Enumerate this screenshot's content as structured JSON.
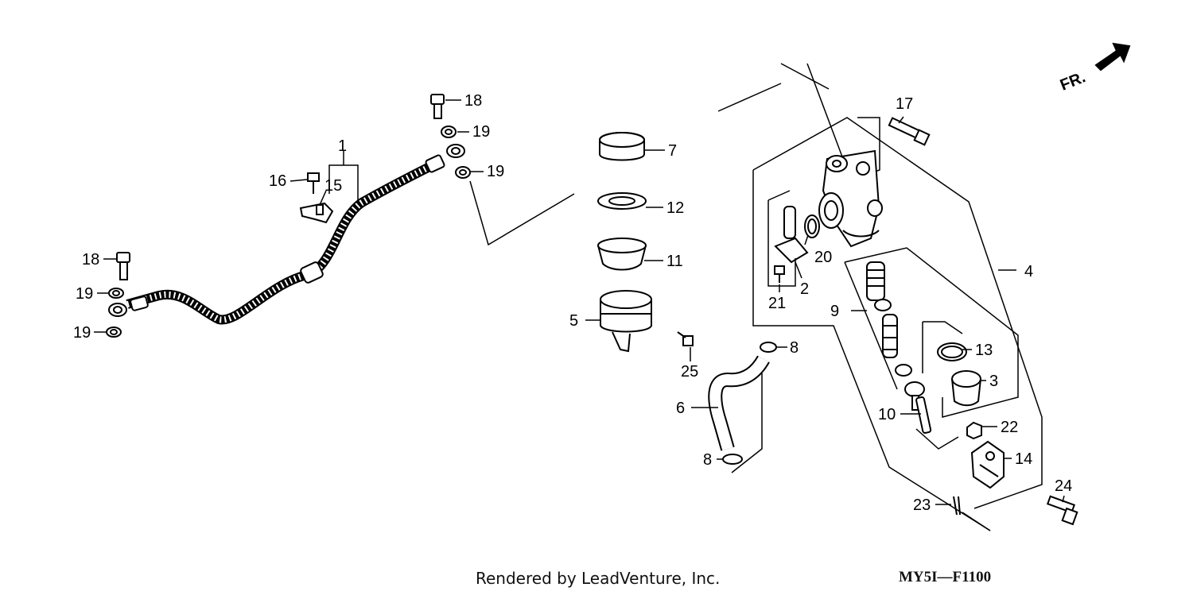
{
  "diagram": {
    "front_marker": "FR.",
    "callouts": {
      "c1": "1",
      "c2": "2",
      "c3": "3",
      "c4": "4",
      "c5": "5",
      "c6": "6",
      "c7": "7",
      "c8a": "8",
      "c8b": "8",
      "c9": "9",
      "c10": "10",
      "c11": "11",
      "c12": "12",
      "c13": "13",
      "c14": "14",
      "c15": "15",
      "c16": "16",
      "c17": "17",
      "c18a": "18",
      "c18b": "18",
      "c19a": "19",
      "c19b": "19",
      "c19c": "19",
      "c19d": "19",
      "c20": "20",
      "c21": "21",
      "c22": "22",
      "c23": "23",
      "c24": "24",
      "c25": "25"
    }
  },
  "footer": {
    "credit": "Rendered by LeadVenture, Inc.",
    "code": "MY5I—F1100"
  }
}
